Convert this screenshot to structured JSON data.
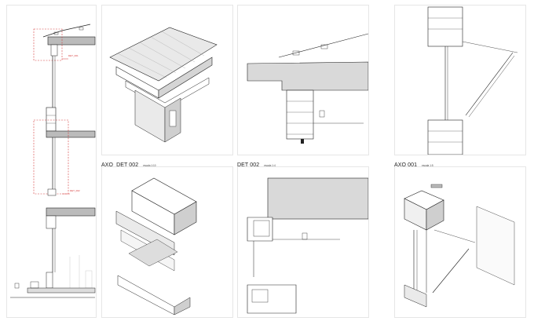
{
  "sheet": {
    "title_axo_det_002": "AXO_DET 002_",
    "scale_axo_det_002": "escala 1:10",
    "title_det_002": "DET 002_",
    "scale_det_002": "escala 1:4",
    "title_axo_001": "AXO 001_",
    "scale_axo_001": "escala 1:5"
  },
  "section_labels": {
    "upper_detail": "DET_001",
    "lower_detail": "DET_002"
  },
  "colors": {
    "line": "#1a1a1a",
    "hatch": "#555555",
    "red_callout": "#d63b3b",
    "concrete": "#cfcfcf",
    "panel_border": "#e6e6e6"
  }
}
